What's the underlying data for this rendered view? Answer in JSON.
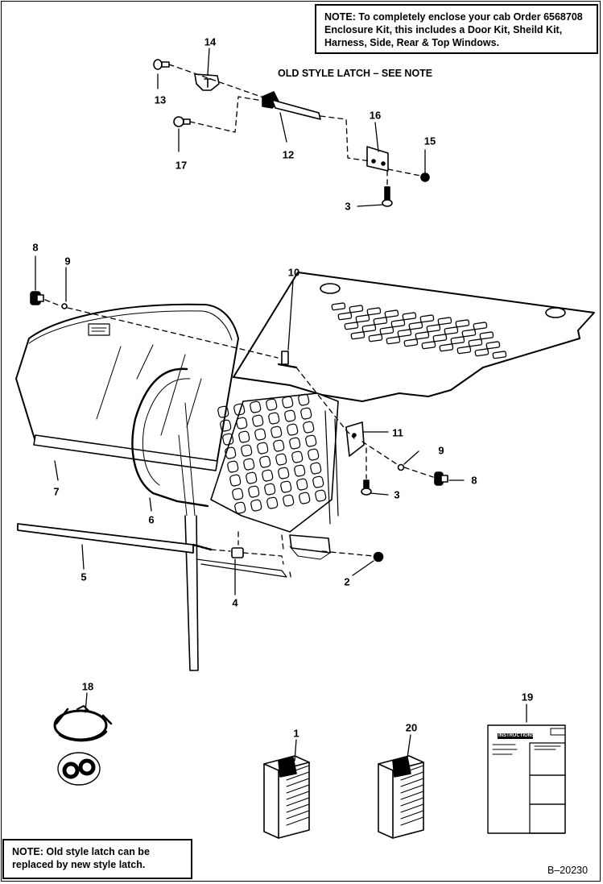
{
  "note_top": {
    "heading": "NOTE:",
    "text": "To completely enclose your cab Order 6568708 Enclosure Kit, this includes a Door Kit, Sheild Kit, Harness, Side, Rear & Top Windows."
  },
  "note_bottom": {
    "heading": "NOTE:",
    "text": "Old style latch  can be replaced by new style latch."
  },
  "header_old_latch": "OLD STYLE LATCH – SEE NOTE",
  "drawing_number": "B–20230",
  "callouts": {
    "c1": "1",
    "c2": "2",
    "c3a": "3",
    "c3b": "3",
    "c4": "4",
    "c5": "5",
    "c6": "6",
    "c7": "7",
    "c8a": "8",
    "c8b": "8",
    "c9a": "9",
    "c9b": "9",
    "c10": "10",
    "c11": "11",
    "c12": "12",
    "c13": "13",
    "c14": "14",
    "c15": "15",
    "c16": "16",
    "c17": "17",
    "c18": "18",
    "c19": "19",
    "c20": "20"
  },
  "instructions_sheet_title": "INSTRUCTIONS"
}
